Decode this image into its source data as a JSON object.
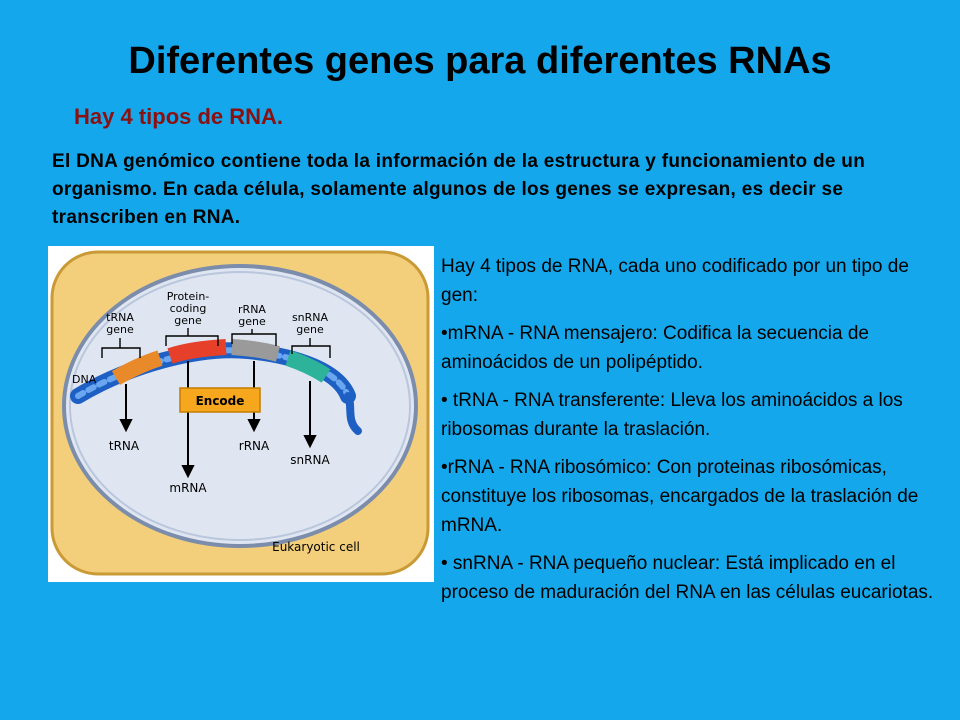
{
  "slide": {
    "title": "Diferentes genes para diferentes RNAs",
    "subtitle": "Hay 4 tipos de RNA.",
    "intro": "El DNA genómico contiene toda la información de la estructura y funcionamiento de un organismo. En cada célula, solamente algunos de los genes se expresan, es decir se transcriben en RNA."
  },
  "figure": {
    "labels": {
      "trna_gene_1": "tRNA",
      "trna_gene_2": "gene",
      "protein_gene_1": "Protein-",
      "protein_gene_2": "coding",
      "protein_gene_3": "gene",
      "rrna_gene_1": "rRNA",
      "rrna_gene_2": "gene",
      "snrna_gene_1": "snRNA",
      "snrna_gene_2": "gene",
      "dna": "DNA",
      "encode": "Encode",
      "trna": "tRNA",
      "mrna": "mRNA",
      "rrna": "rRNA",
      "snrna": "snRNA",
      "cell": "Eukaryotic cell"
    }
  },
  "panel": {
    "p1": "Hay 4 tipos de RNA, cada uno codificado por un tipo de gen:",
    "p2": "•mRNA - RNA mensajero: Codifica la secuencia de aminoácidos de un polipéptido.",
    "p3": "• tRNA - RNA transferente: Lleva los aminoácidos a los ribosomas durante la traslación.",
    "p4": "•rRNA - RNA ribosómico: Con proteinas ribosómicas, constituye los ribosomas, encargados de la traslación de mRNA.",
    "p5": "• snRNA - RNA pequeño nuclear: Está implicado en el proceso de maduración del RNA en las células eucariotas."
  }
}
